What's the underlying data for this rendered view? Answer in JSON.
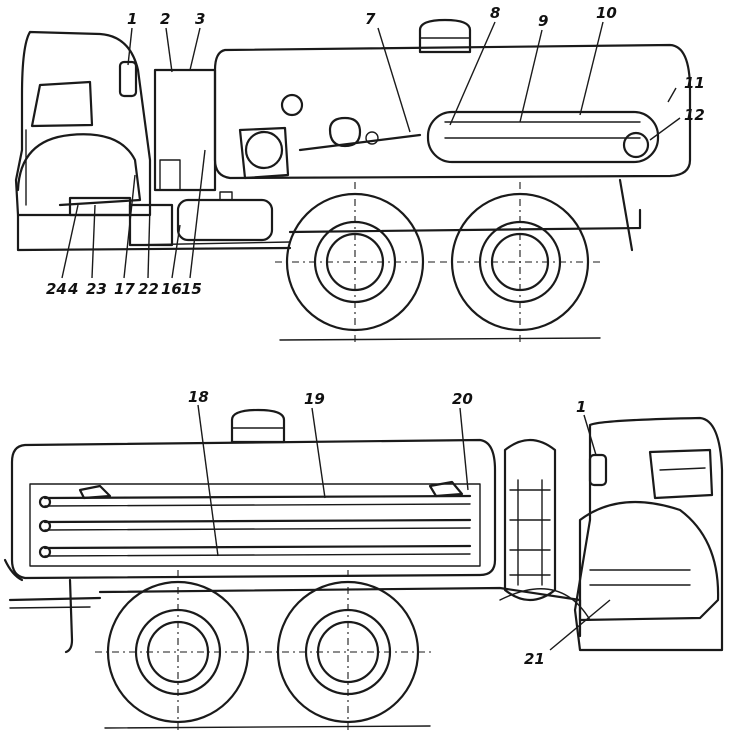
{
  "top_view": {
    "labels": [
      {
        "id": "1",
        "text": "1"
      },
      {
        "id": "2",
        "text": "2"
      },
      {
        "id": "3",
        "text": "3"
      },
      {
        "id": "7",
        "text": "7"
      },
      {
        "id": "8",
        "text": "8"
      },
      {
        "id": "9",
        "text": "9"
      },
      {
        "id": "10",
        "text": "10"
      },
      {
        "id": "11",
        "text": "11"
      },
      {
        "id": "12",
        "text": "12"
      },
      {
        "id": "24",
        "text": "24"
      },
      {
        "id": "4",
        "text": "4"
      },
      {
        "id": "23",
        "text": "23"
      },
      {
        "id": "17",
        "text": "17"
      },
      {
        "id": "22",
        "text": "22"
      },
      {
        "id": "16",
        "text": "16"
      },
      {
        "id": "15",
        "text": "15"
      }
    ]
  },
  "bottom_view": {
    "labels": [
      {
        "id": "18",
        "text": "18"
      },
      {
        "id": "19",
        "text": "19"
      },
      {
        "id": "20",
        "text": "20"
      },
      {
        "id": "1b",
        "text": "1"
      },
      {
        "id": "21",
        "text": "21"
      }
    ]
  }
}
